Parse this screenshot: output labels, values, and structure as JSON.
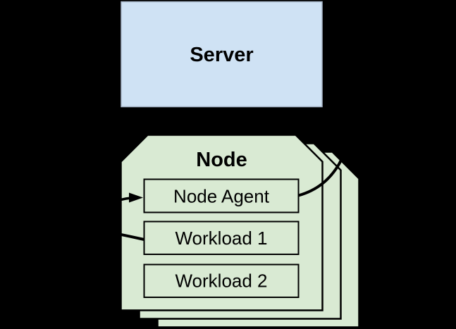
{
  "diagram": {
    "server": {
      "label": "Server"
    },
    "node": {
      "title": "Node",
      "stacked_copies": 3,
      "boxes": [
        {
          "label": "Node Agent"
        },
        {
          "label": "Workload 1"
        },
        {
          "label": "Workload 2"
        }
      ]
    }
  },
  "colors": {
    "background": "#000000",
    "server_fill": "#cfe2f4",
    "server_stroke": "#a7b6c8",
    "node_fill": "#d9ead3",
    "node_stroke": "#000000",
    "connector": "#000000",
    "text": "#000000"
  }
}
